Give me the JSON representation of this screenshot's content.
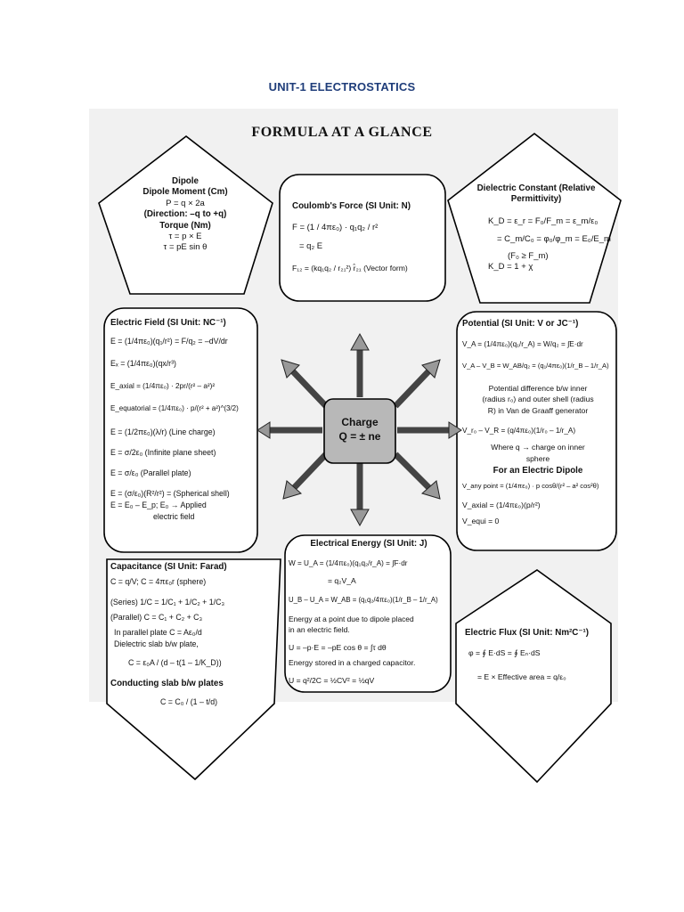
{
  "unit_title": "UNIT-1 ELECTROSTATICS",
  "sheet_title": "FORMULA AT A GLANCE",
  "hub": {
    "line1": "Charge",
    "line2": "Q = ± ne"
  },
  "dipole": {
    "heading": "Dipole",
    "lines": [
      "Dipole Moment (Cm)",
      "P = q × 2a",
      "(Direction: –q to +q)",
      "Torque (Nm)",
      "τ = p × E",
      "τ = pE sin θ"
    ]
  },
  "coulomb": {
    "heading": "Coulomb's Force (SI Unit: N)",
    "lines": [
      "F = (1 / 4πε₀) · q₁q₂ / r²",
      "= q₂ E",
      "F₁₂ = (kq₁q₂ / r₂₁²) r̂₂₁ (Vector form)"
    ]
  },
  "dielectric": {
    "heading": "Dielectric Constant (Relative Permittivity)",
    "lines": [
      "K_D = ε_r = F₀/F_m = ε_m/ε₀",
      "= C_m/C₀ = φ₀/φ_m = E₀/E_m",
      "(F₀ ≥ F_m)",
      "K_D = 1 + χ"
    ]
  },
  "efield": {
    "heading": "Electric Field (SI Unit: NC⁻¹)",
    "lines": [
      "E = (1/4πε₀)(q₁/r²) = F/q₂ = –dV/dr",
      "Eₓ = (1/4πε₀)(qx/r³)",
      "E_axial = (1/4πε₀) · 2pr/(r² – a²)²",
      "E_equatorial = (1/4πε₀) · p/(r² + a²)^(3/2)",
      "E = (1/2πε₀)(λ/r) (Line charge)",
      "E = σ/2ε₀ (Infinite plane sheet)",
      "E = σ/ε₀ (Parallel plate)",
      "E = (σ/ε₀)(R²/r²) = (Spherical shell)",
      "E = E₀ – E_p; E₀ → Applied",
      "electric field"
    ]
  },
  "potential": {
    "heading": "Potential (SI Unit: V or JC⁻¹)",
    "lines": [
      "V_A = (1/4πε₀)(q₁/r_A) = W/q₂ = ∫E·dr",
      "V_A – V_B = W_AB/q₂ = (q₁/4πε₀)(1/r_B – 1/r_A)",
      "Potential difference b/w inner",
      "(radius r₀) and outer shell (radius",
      "R) in Van de Graaff generator",
      "V_r₀ – V_R = (q/4πε₀)(1/r₀ – 1/r_A)",
      "Where q → charge on inner",
      "sphere",
      "For an Electric Dipole",
      "V_any point = (1/4πε₀) · p cosθ/(r² – a² cos²θ)",
      "V_axial = (1/4πε₀)(p/r²)",
      "V_equi = 0"
    ]
  },
  "capacitance": {
    "heading": "Capacitance (SI Unit: Farad)",
    "lines": [
      "C = q/V; C = 4πε₀r (sphere)",
      "(Series) 1/C = 1/C₁ + 1/C₂ + 1/C₃",
      "(Parallel) C = C₁ + C₂ + C₃",
      "In parallel plate C = Aε₀/d",
      "Dielectric slab b/w plate,",
      "C = ε₀A / (d – t(1 – 1/K_D))",
      "Conducting slab b/w plates",
      "C = C₀ / (1 – t/d)"
    ]
  },
  "energy": {
    "heading": "Electrical Energy (SI Unit: J)",
    "lines": [
      "W = U_A = (1/4πε₀)(q₁q₂/r_A) = ∫F·dr",
      "= q₂V_A",
      "U_B – U_A = W_AB = (q₁q₂/4πε₀)(1/r_B – 1/r_A)",
      "Energy at a point due to dipole placed",
      "in an electric field.",
      "U = –p·E = –pE cos θ = ∫τ dθ",
      "Energy stored in a charged capacitor.",
      "U = q²/2C = ½CV² = ½qV"
    ]
  },
  "flux": {
    "heading": "Electric Flux (SI Unit: Nm²C⁻¹)",
    "lines": [
      "φ = ∮ E·dS = ∮ Eₙ·dS",
      "= E × Effective area = q/ε₀"
    ]
  }
}
